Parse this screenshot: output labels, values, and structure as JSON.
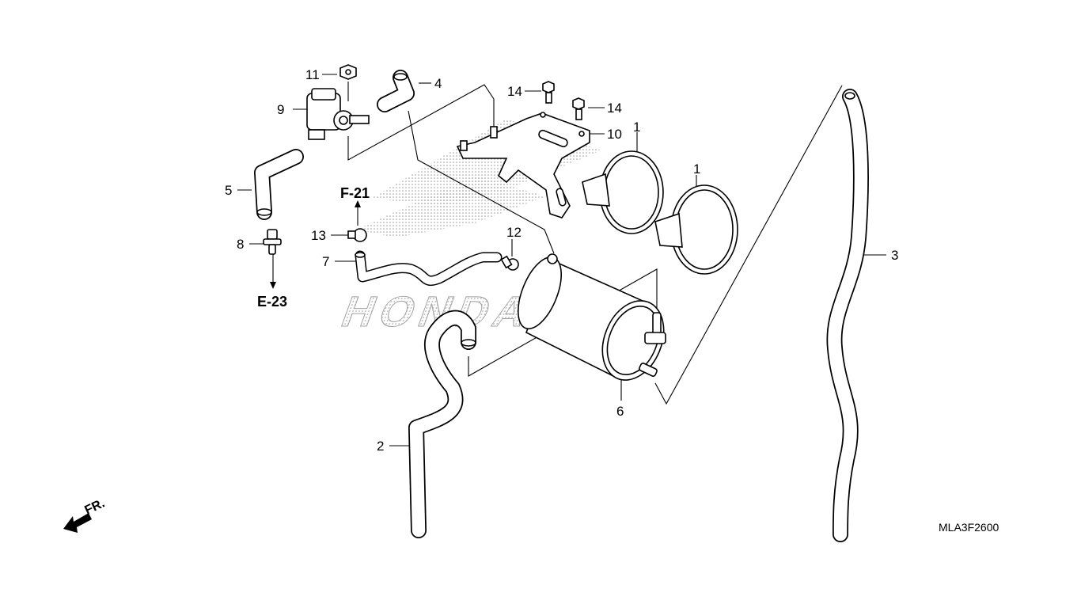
{
  "diagram": {
    "part_labels": {
      "p1a": "1",
      "p1b": "1",
      "p2": "2",
      "p3": "3",
      "p4": "4",
      "p5": "5",
      "p6": "6",
      "p7": "7",
      "p8": "8",
      "p9": "9",
      "p10": "10",
      "p11": "11",
      "p12": "12",
      "p13": "13",
      "p14a": "14",
      "p14b": "14"
    },
    "references": {
      "upper": "F-21",
      "lower": "E-23"
    },
    "front_indicator": "FR.",
    "diagram_code": "MLA3F2600",
    "watermark": "HONDA",
    "ink_color": "#000000",
    "watermark_color": "#b0b0b0"
  }
}
